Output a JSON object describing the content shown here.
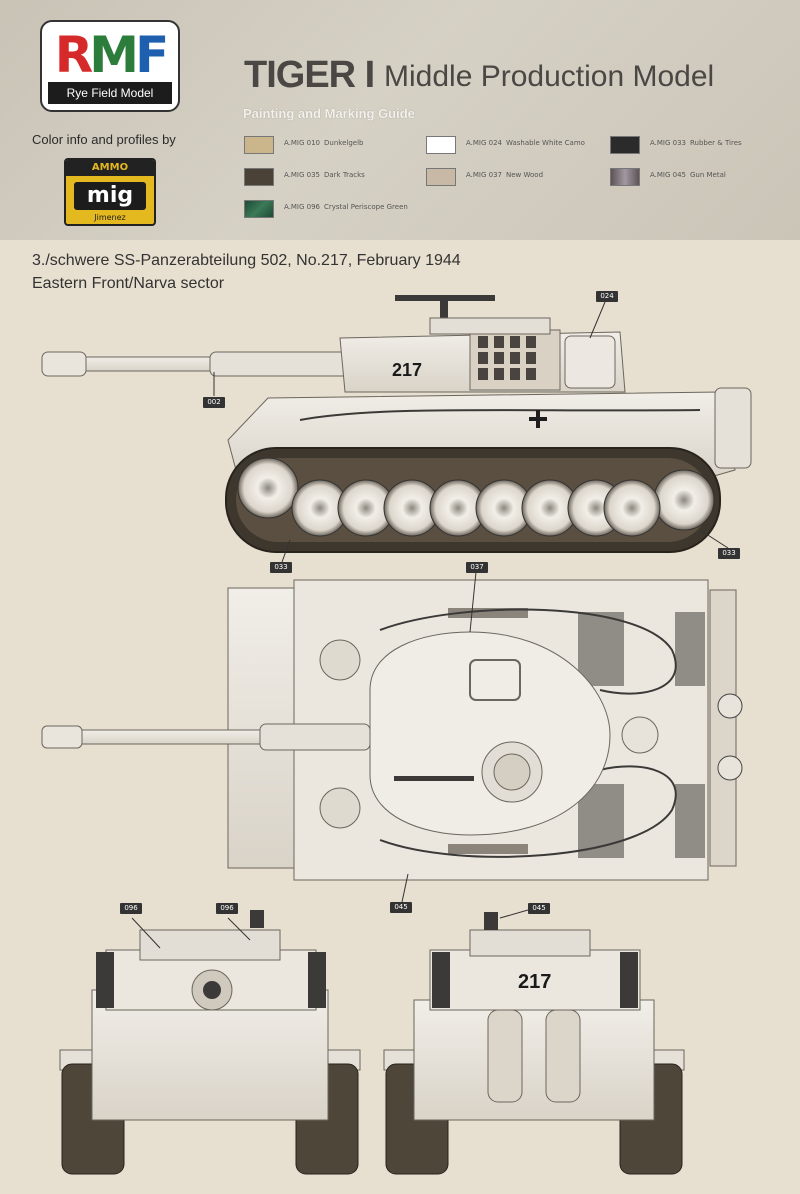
{
  "header": {
    "logo_text": "RMF",
    "logo_subtitle": "Rye Field Model",
    "color_info": "Color info and profiles by",
    "mig_banner": "AMMO",
    "mig_word": "mig",
    "mig_sub": "Jimenez",
    "title_bold": "TIGER I",
    "title_rest": "Middle Production Model",
    "guide_title": "Painting and Marking Guide"
  },
  "colors": [
    {
      "code": "A.MIG 010",
      "name": "Dunkelgelb",
      "hex": "#cbb68b"
    },
    {
      "code": "A.MIG 024",
      "name": "Washable White Camo",
      "hex": "#ffffff"
    },
    {
      "code": "A.MIG 033",
      "name": "Rubber & Tires",
      "hex": "#2b2b2b"
    },
    {
      "code": "A.MIG 035",
      "name": "Dark Tracks",
      "hex": "#4a4236"
    },
    {
      "code": "A.MIG 037",
      "name": "New Wood",
      "hex": "#c7b9a5"
    },
    {
      "code": "A.MIG 045",
      "name": "Gun Metal",
      "hex": "#7a6f76"
    },
    {
      "code": "A.MIG 096",
      "name": "Crystal Periscope Green",
      "hex": "#1e4a34"
    }
  ],
  "caption": {
    "line1": "3./schwere SS-Panzerabteilung 502, No.217, February 1944",
    "line2": "Eastern Front/Narva sector"
  },
  "callouts": {
    "side_024": "024",
    "side_002": "002",
    "side_033_left": "033",
    "side_033_right": "033",
    "top_037": "037",
    "top_045": "045",
    "front_096a": "096",
    "front_096b": "096",
    "rear_045": "045"
  },
  "markings": {
    "side_number": "217",
    "rear_number": "217"
  }
}
